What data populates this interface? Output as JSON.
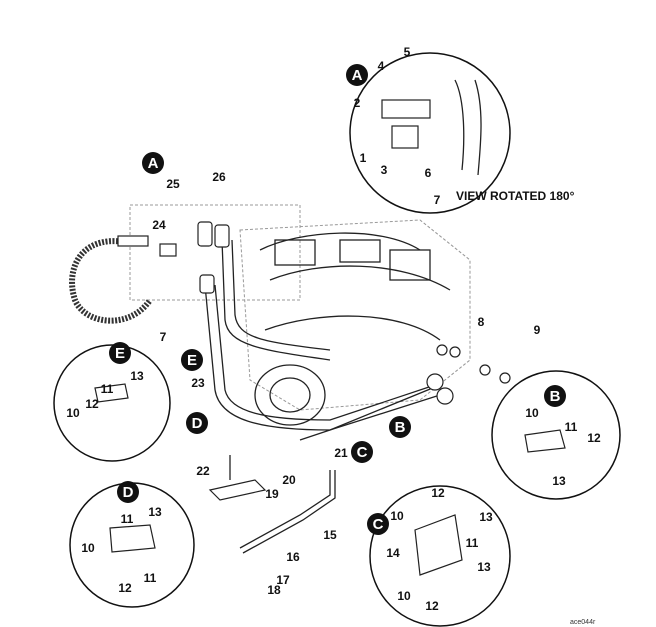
{
  "figure": {
    "caption": "VIEW ROTATED 180°",
    "drawing_code": "ace044r",
    "callouts": [
      "A",
      "A",
      "E",
      "E",
      "D",
      "D",
      "B",
      "B",
      "C",
      "C"
    ],
    "detail_views": [
      "A",
      "E",
      "D",
      "B",
      "C"
    ],
    "part_numbers": {
      "view_a": [
        "5",
        "4",
        "2",
        "1",
        "3",
        "6",
        "7"
      ],
      "main": [
        "25",
        "26",
        "24",
        "7",
        "23",
        "8",
        "9",
        "21",
        "22",
        "20",
        "19",
        "15",
        "16",
        "17",
        "18"
      ],
      "view_e": [
        "11",
        "13",
        "12",
        "10"
      ],
      "view_d": [
        "11",
        "13",
        "10",
        "12",
        "11"
      ],
      "view_b": [
        "10",
        "11",
        "12",
        "13"
      ],
      "view_c": [
        "12",
        "10",
        "13",
        "11",
        "14",
        "13",
        "10",
        "12"
      ]
    }
  }
}
